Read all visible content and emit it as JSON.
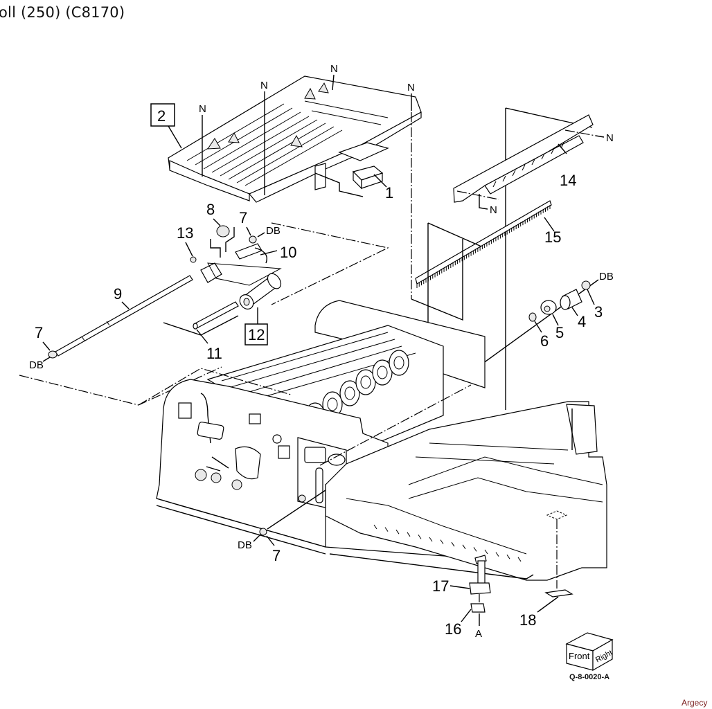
{
  "page": {
    "title": "oll (250) (C8170)",
    "figure_code": "Q-8-0020-A",
    "watermark": "Argecy"
  },
  "orientation_cube": {
    "front_label": "Front",
    "right_label": "Right"
  },
  "callouts": {
    "p1": "1",
    "p2": "2",
    "p3": "3",
    "p4": "4",
    "p5": "5",
    "p6": "6",
    "p7a": "7",
    "p7b": "7",
    "p7c": "7",
    "p8": "8",
    "p9": "9",
    "p10": "10",
    "p11": "11",
    "p12": "12",
    "p13": "13",
    "p14": "14",
    "p15": "15",
    "p16": "16",
    "p17": "17",
    "p18": "18"
  },
  "tags": {
    "n1": "N",
    "n2": "N",
    "n3": "N",
    "n4": "N",
    "n5": "N",
    "n6": "N",
    "db1": "DB",
    "db2": "DB",
    "db3": "DB",
    "db4": "DB",
    "a": "A"
  },
  "boxed_parts": [
    "2",
    "12"
  ]
}
